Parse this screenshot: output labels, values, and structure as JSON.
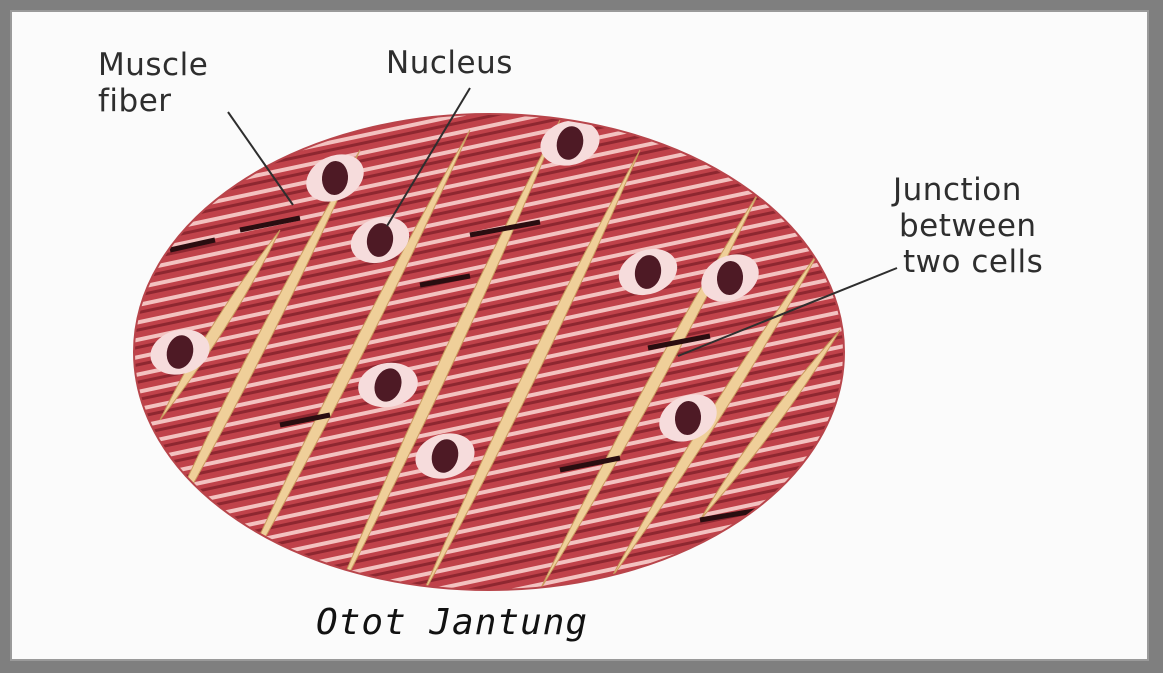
{
  "labels": {
    "muscle_fiber": [
      "Muscle",
      "fiber"
    ],
    "nucleus": "Nucleus",
    "junction": [
      "Junction",
      "between",
      "two cells"
    ]
  },
  "caption": "Otot Jantung",
  "colors": {
    "tissue": "#c0424a",
    "stripe_light": "#f3c2c0",
    "stripe_dark": "#8e2730",
    "connective": "#efcf99",
    "nucleus": "#4e1a25",
    "disc": "#2a0d10",
    "frame": "#9a9a9a",
    "text": "#2e2e2e"
  }
}
